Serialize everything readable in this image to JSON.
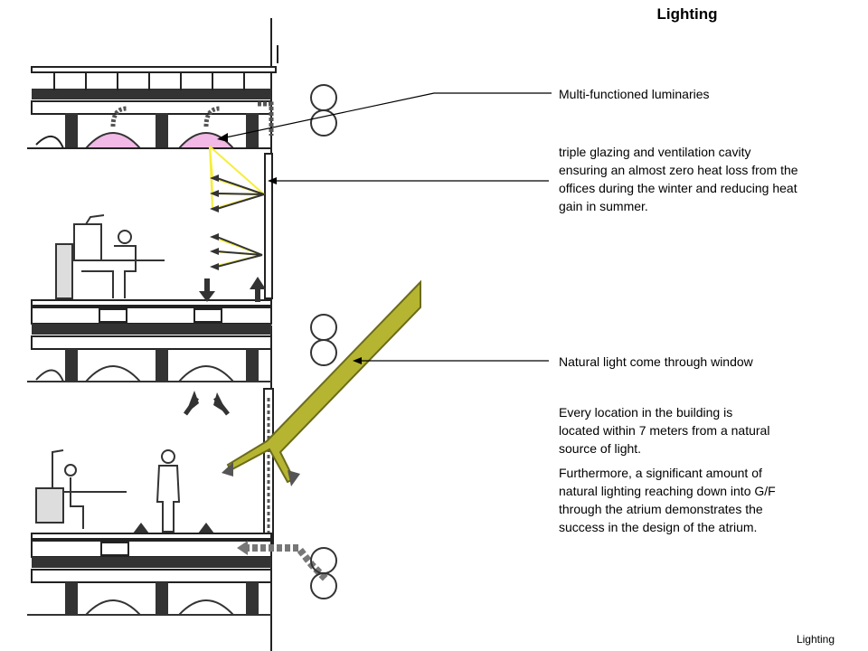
{
  "slide": {
    "title": "Lighting",
    "footer": "Lighting"
  },
  "annotations": {
    "luminaries": "Multi-functioned luminaries",
    "glazing": "triple glazing and ventilation cavity ensuring an almost zero heat loss from the offices during the winter and reducing heat gain in summer.",
    "natural_light": "Natural light come through window",
    "location": "Every location in the building is located within 7 meters from a natural source of light.",
    "atrium": "Furthermore, a significant amount of natural lighting reaching down into G/F through the atrium demonstrates the success in the design of the atrium."
  },
  "colors": {
    "luminaire_fill": "#f2b8e6",
    "light_ray": "#f5ee3a",
    "sunbeam_fill": "#b5b531",
    "sunbeam_edge": "#6b6b1c"
  }
}
